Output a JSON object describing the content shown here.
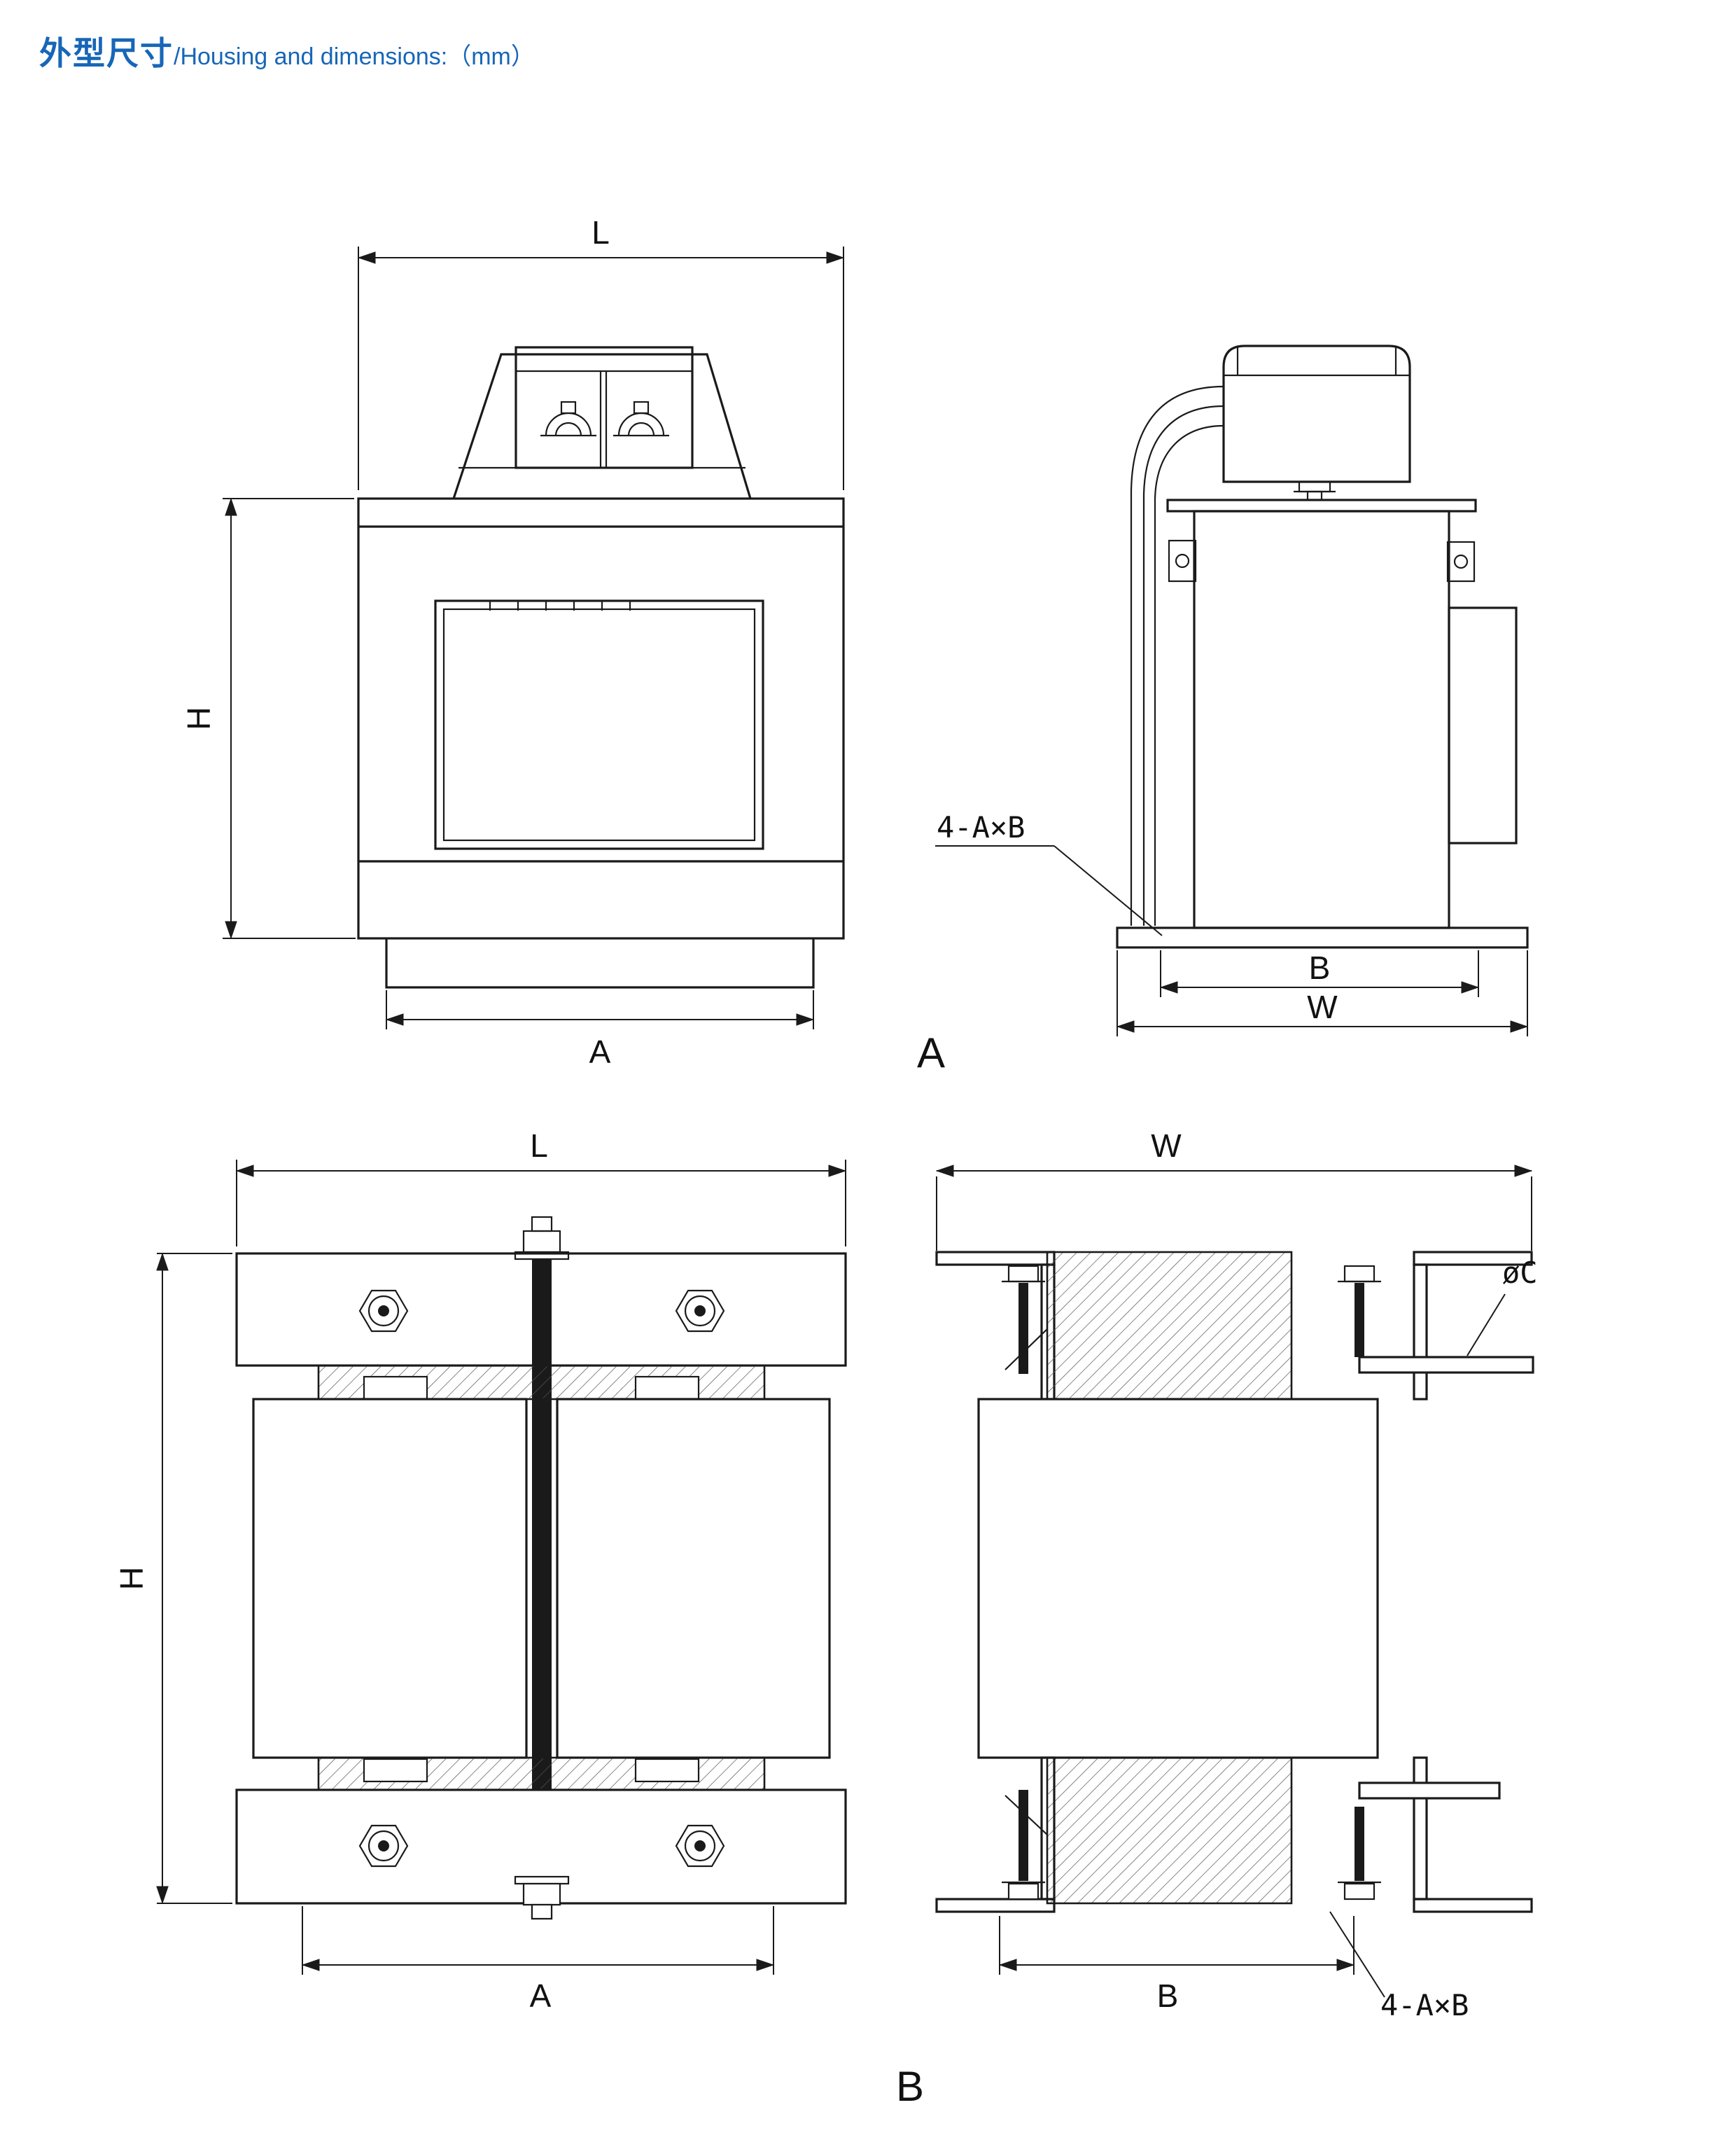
{
  "title": {
    "zh": "外型尺寸",
    "en": "/Housing and dimensions:（mm）"
  },
  "colors": {
    "title_blue": "#1766b8",
    "line_black": "#1a1a1a"
  },
  "labels": {
    "dim_L": "L",
    "dim_H": "H",
    "dim_A": "A",
    "dim_B": "B",
    "dim_W": "W",
    "holes": "4-A×B",
    "dia_c": "øC",
    "section_a": "A",
    "section_b": "B"
  }
}
